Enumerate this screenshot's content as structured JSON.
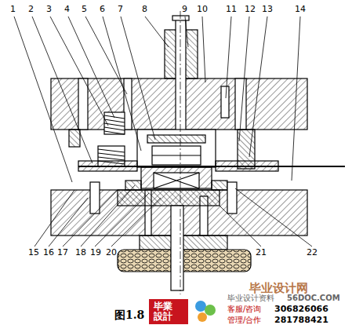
{
  "diagram": {
    "caption": "图1.8",
    "labels": [
      "1",
      "2",
      "3",
      "4",
      "5",
      "6",
      "7",
      "8",
      "9",
      "10",
      "11",
      "12",
      "13",
      "14",
      "15",
      "16",
      "17",
      "18",
      "19",
      "20",
      "21",
      "22",
      "毕業設計",
      "毕业设计网",
      "毕业设计资料",
      "56DOC.COM",
      "客服/咨询",
      "306826066",
      "管理/合作",
      "281788421"
    ]
  }
}
